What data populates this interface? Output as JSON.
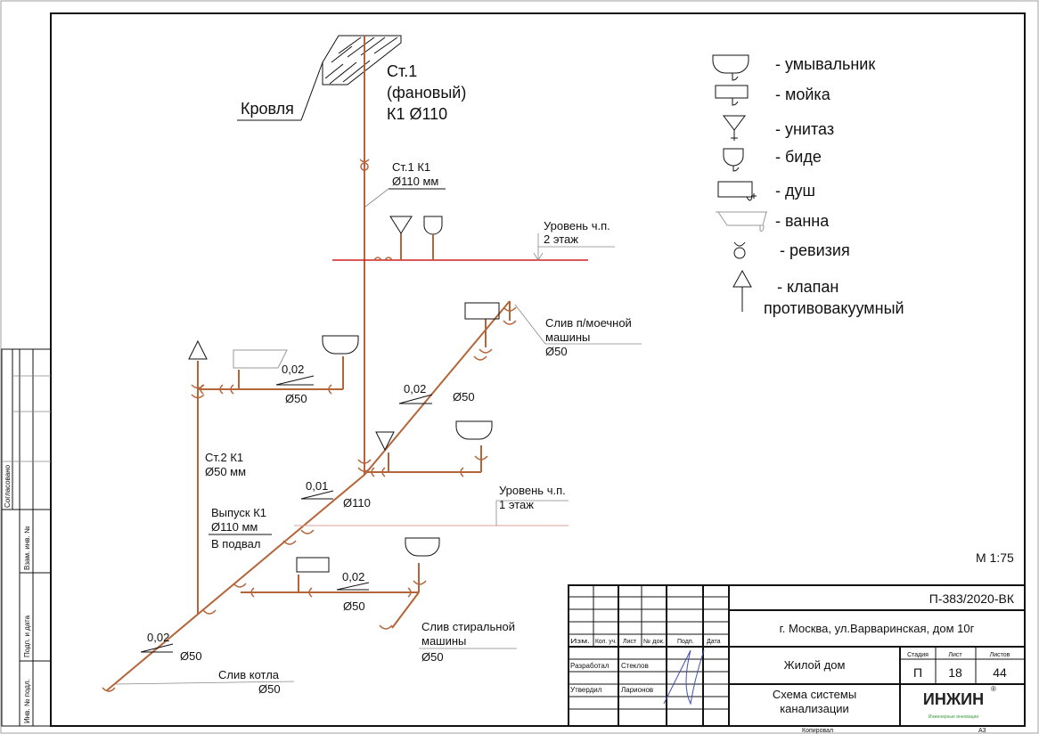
{
  "drawing": {
    "roof_label": "Кровля",
    "riser1_title": [
      "Ст.1",
      "(фановый)",
      "К1 Ø110"
    ],
    "riser1_note": [
      "Ст.1 К1",
      "Ø110 мм"
    ],
    "level2": [
      "Уровень ч.п.",
      "2 этаж"
    ],
    "level1": [
      "Уровень ч.п.",
      "1 этаж"
    ],
    "dishwasher": [
      "Слив п/моечной",
      "машины",
      "Ø50"
    ],
    "riser2": [
      "Ст.2 К1",
      "Ø50 мм"
    ],
    "outlet": [
      "Выпуск К1",
      "Ø110 мм",
      "В подвал"
    ],
    "washer": [
      "Слив стиральной",
      "машины",
      "Ø50"
    ],
    "boiler": [
      "Слив котла",
      "Ø50"
    ],
    "slopes": [
      "0,02",
      "0,02",
      "0,01",
      "0,02",
      "0,02"
    ],
    "diameters": [
      "Ø50",
      "Ø50",
      "Ø110",
      "Ø50",
      "Ø50"
    ],
    "scale": "М 1:75",
    "pipe_color": "#b5653a",
    "level2_color": "#d02020"
  },
  "legend": [
    {
      "icon": "washbasin-icon",
      "label": "- умывальник"
    },
    {
      "icon": "sink-icon",
      "label": "- мойка"
    },
    {
      "icon": "toilet-icon",
      "label": "- унитаз"
    },
    {
      "icon": "bidet-icon",
      "label": "- биде"
    },
    {
      "icon": "shower-icon",
      "label": "- душ"
    },
    {
      "icon": "bathtub-icon",
      "label": "- ванна"
    },
    {
      "icon": "revision-icon",
      "label": "- ревизия"
    },
    {
      "icon": "vacuum-valve-icon",
      "label": "- клапан",
      "label2": "противовакуумный"
    }
  ],
  "side_stamp": [
    "Согласовано",
    "Взам. инв. №",
    "Подп. и дата",
    "Инв. № подл."
  ],
  "title_block": {
    "code": "П-383/2020-ВК",
    "address": "г. Москва, ул.Варваринская, дом 10г",
    "headers": [
      "Изм.",
      "Кол. уч.",
      "Лист",
      "№ док.",
      "Подп.",
      "Дата"
    ],
    "roles": [
      {
        "role": "Разработал",
        "name": "Стеклов"
      },
      {
        "role": "Утвердил",
        "name": "Ларионов"
      }
    ],
    "building": "Жилой дом",
    "sheet_title": [
      "Схема системы",
      "канализации"
    ],
    "stage_label": "Стадия",
    "sheet_label": "Лист",
    "sheets_label": "Листов",
    "stage": "П",
    "sheet": "18",
    "sheets": "44",
    "logo": "ИНЖИН",
    "logo_sub": "Инженерные инновации",
    "copied": "Копировал",
    "format": "А3"
  }
}
